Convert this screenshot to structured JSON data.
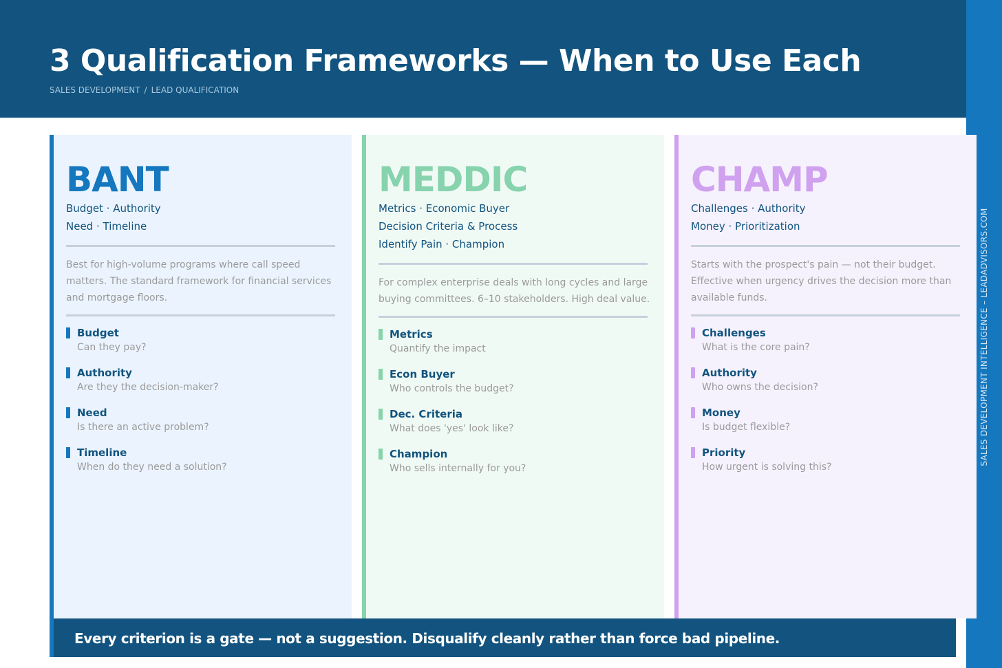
{
  "header": {
    "title": "3 Qualification Frameworks — When to Use Each",
    "breadcrumb": [
      "SALES DEVELOPMENT",
      "LEAD QUALIFICATION"
    ],
    "breadcrumb_separator": "/"
  },
  "sidebar": {
    "text": "SALES DEVELOPMENT INTELLIGENCE  –  LEADADVISORS.COM"
  },
  "colors": {
    "header_bg": "#12547f",
    "sidebar_bg": "#1577be",
    "bant_accent": "#1577be",
    "meddic_accent": "#86d3ad",
    "champ_accent": "#cfa1ee",
    "text_dark": "#12547f",
    "text_muted": "#9a9a9a"
  },
  "frameworks": [
    {
      "name": "BANT",
      "expansion": [
        "Budget · Authority",
        "Need · Timeline"
      ],
      "description": "Best for high-volume programs where call speed matters. The standard framework for financial services and mortgage floors.",
      "criteria": [
        {
          "label": "Budget",
          "question": "Can they pay?"
        },
        {
          "label": "Authority",
          "question": "Are they the decision-maker?"
        },
        {
          "label": "Need",
          "question": "Is there an active problem?"
        },
        {
          "label": "Timeline",
          "question": "When do they need a solution?"
        }
      ]
    },
    {
      "name": "MEDDIC",
      "expansion": [
        "Metrics · Economic Buyer",
        "Decision Criteria & Process",
        "Identify Pain · Champion"
      ],
      "description": "For complex enterprise deals with long cycles and large buying committees. 6–10 stakeholders. High deal value.",
      "criteria": [
        {
          "label": "Metrics",
          "question": "Quantify the impact"
        },
        {
          "label": "Econ Buyer",
          "question": "Who controls the budget?"
        },
        {
          "label": "Dec. Criteria",
          "question": "What does 'yes' look like?"
        },
        {
          "label": "Champion",
          "question": "Who sells internally for you?"
        }
      ]
    },
    {
      "name": "CHAMP",
      "expansion": [
        "Challenges · Authority",
        "Money · Prioritization"
      ],
      "description": "Starts with the prospect's pain — not their budget. Effective when urgency drives the decision more than available funds.",
      "criteria": [
        {
          "label": "Challenges",
          "question": "What is the core pain?"
        },
        {
          "label": "Authority",
          "question": "Who owns the decision?"
        },
        {
          "label": "Money",
          "question": "Is budget flexible?"
        },
        {
          "label": "Priority",
          "question": "How urgent is solving this?"
        }
      ]
    }
  ],
  "footer": {
    "text": "Every criterion is a gate — not a suggestion.  Disqualify cleanly rather than force bad pipeline."
  }
}
